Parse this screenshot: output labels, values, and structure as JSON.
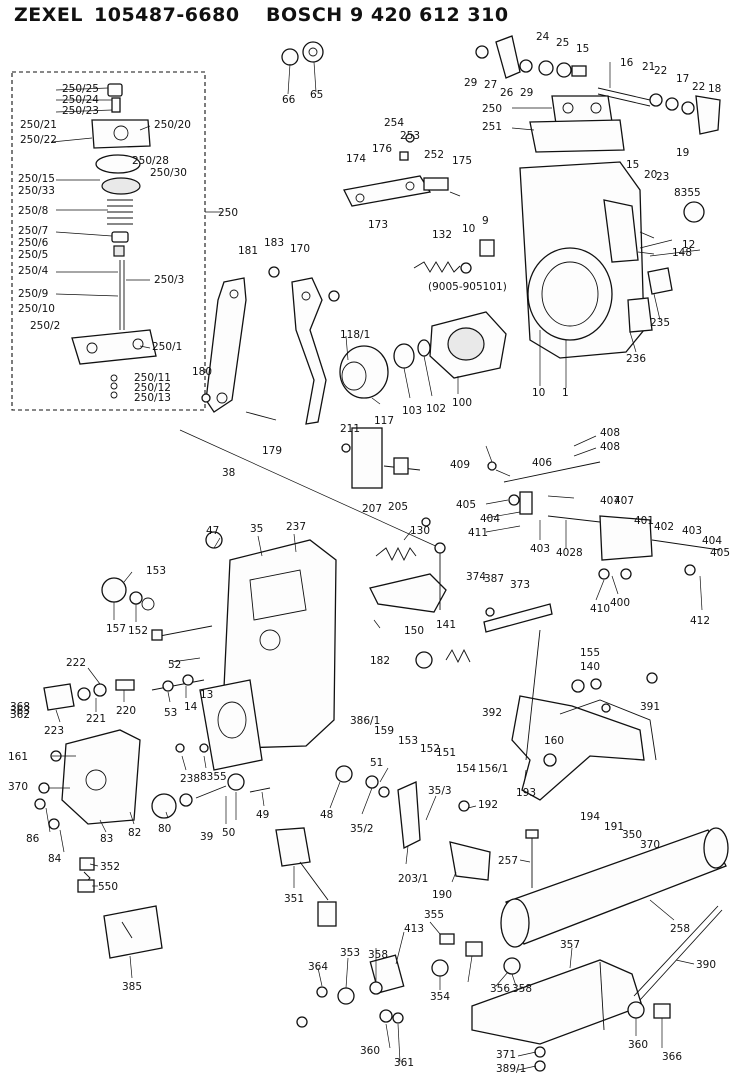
{
  "header": {
    "maker": "ZEXEL",
    "maker_part_no": "105487-6680",
    "brand": "BOSCH",
    "brand_part_no": "9 420 612 310"
  },
  "callouts": [
    "250/25",
    "250/24",
    "250/23",
    "250/21",
    "250/22",
    "250/20",
    "250/28",
    "250/30",
    "250/15",
    "250/33",
    "250/8",
    "250/7",
    "250/6",
    "250/5",
    "250/4",
    "250/3",
    "250/9",
    "250/10",
    "250/2",
    "250/1",
    "250/11",
    "250/12",
    "250/13",
    "250",
    "66",
    "65",
    "29",
    "27",
    "26",
    "29",
    "24",
    "25",
    "15",
    "16",
    "21",
    "22",
    "17",
    "22",
    "18",
    "19",
    "250",
    "251",
    "254",
    "253",
    "252",
    "175",
    "174",
    "176",
    "173",
    "15",
    "20",
    "23",
    "8355",
    "12",
    "148",
    "181",
    "183",
    "170",
    "132",
    "10",
    "9",
    "(9005-905101)",
    "235",
    "236",
    "118/1",
    "117",
    "103",
    "102",
    "100",
    "10",
    "1",
    "180",
    "179",
    "38",
    "211",
    "207",
    "205",
    "408",
    "408",
    "409",
    "406",
    "405",
    "407",
    "407",
    "404",
    "411",
    "403",
    "4028",
    "401",
    "402",
    "403",
    "404",
    "405",
    "410",
    "400",
    "412",
    "47",
    "35",
    "237",
    "130",
    "153",
    "157",
    "152",
    "374",
    "387",
    "373",
    "150",
    "182",
    "52",
    "222",
    "223",
    "221",
    "220",
    "53",
    "14",
    "13",
    "141",
    "155",
    "140",
    "391",
    "392",
    "386/1",
    "159",
    "153",
    "152",
    "151",
    "154",
    "156/1",
    "160",
    "161",
    "370",
    "86",
    "84",
    "83",
    "82",
    "80",
    "238",
    "8355",
    "50",
    "39",
    "49",
    "48",
    "51",
    "35/2",
    "203/1",
    "35/3",
    "190",
    "192",
    "193",
    "194",
    "191",
    "350",
    "370",
    "351",
    "352",
    "550",
    "257",
    "258",
    "385",
    "364",
    "413",
    "358",
    "353",
    "355",
    "354",
    "356",
    "358",
    "357",
    "390",
    "360",
    "361",
    "371",
    "389/1",
    "360",
    "366",
    "368",
    "363",
    "362"
  ]
}
